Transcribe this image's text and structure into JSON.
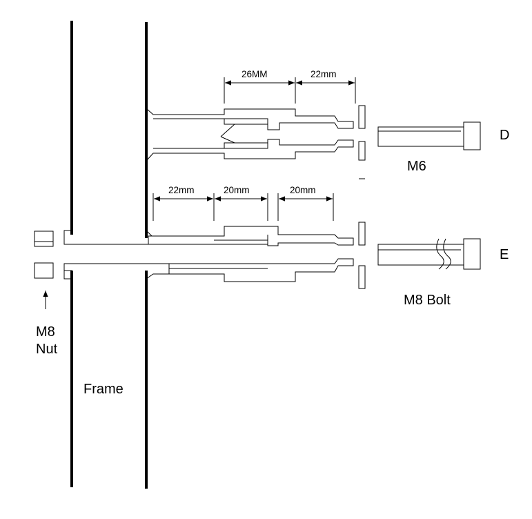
{
  "labels": {
    "d": "D",
    "e": "E",
    "m6": "M6",
    "m8_bolt": "M8 Bolt",
    "m8": "M8",
    "nut": "Nut",
    "frame": "Frame"
  },
  "dimensions": {
    "top": [
      "26MM",
      "22mm"
    ],
    "bottom": [
      "22mm",
      "20mm",
      "20mm"
    ]
  },
  "colors": {
    "line": "#000000",
    "background": "#ffffff"
  }
}
